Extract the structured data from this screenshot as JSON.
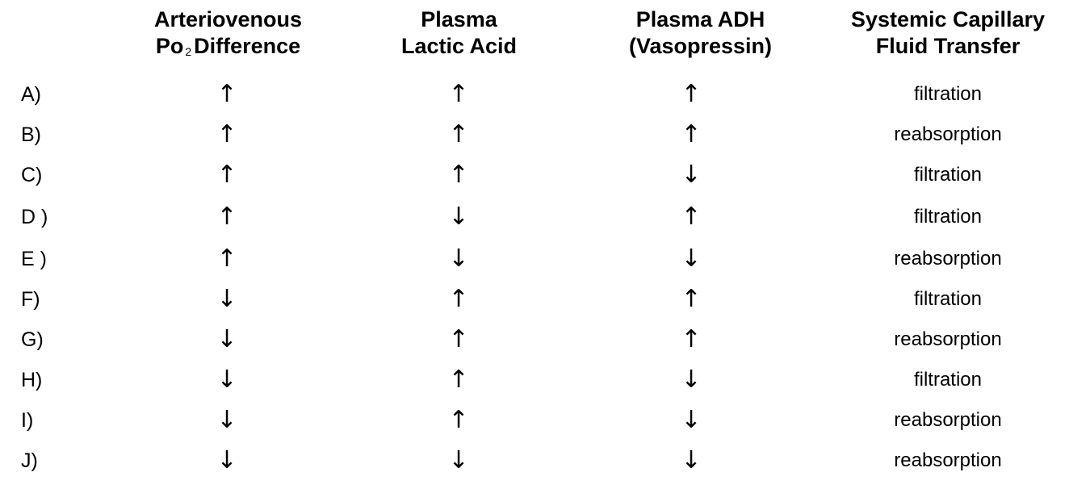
{
  "headers": [
    {
      "line1": "Arteriovenous",
      "line2_pre": "Po",
      "line2_sub": "2",
      "line2_post": "Difference"
    },
    {
      "line1": "Plasma",
      "line2": "Lactic Acid"
    },
    {
      "line1": "Plasma ADH",
      "line2": "(Vasopressin)"
    },
    {
      "line1": "Systemic Capillary",
      "line2": "Fluid Transfer"
    }
  ],
  "rows": [
    {
      "label": "A)",
      "po2": "↑",
      "lactic": "↑",
      "adh": "↑",
      "fluid": "filtration"
    },
    {
      "label": "B)",
      "po2": "↑",
      "lactic": "↑",
      "adh": "↑",
      "fluid": "reabsorption"
    },
    {
      "label": "C)",
      "po2": "↑",
      "lactic": "↑",
      "adh": "↓",
      "fluid": "filtration"
    },
    {
      "label": "D )",
      "po2": "↑",
      "lactic": "↓",
      "adh": "↑",
      "fluid": "filtration"
    },
    {
      "label": "E )",
      "po2": "↑",
      "lactic": "↓",
      "adh": "↓",
      "fluid": "reabsorption"
    },
    {
      "label": "F)",
      "po2": "↓",
      "lactic": "↑",
      "adh": "↑",
      "fluid": "filtration"
    },
    {
      "label": "G)",
      "po2": "↓",
      "lactic": "↑",
      "adh": "↑",
      "fluid": "reabsorption"
    },
    {
      "label": "H)",
      "po2": "↓",
      "lactic": "↑",
      "adh": "↓",
      "fluid": "filtration"
    },
    {
      "label": "I)",
      "po2": "↓",
      "lactic": "↑",
      "adh": "↓",
      "fluid": "reabsorption"
    },
    {
      "label": "J)",
      "po2": "↓",
      "lactic": "↓",
      "adh": "↓",
      "fluid": "reabsorption"
    }
  ]
}
